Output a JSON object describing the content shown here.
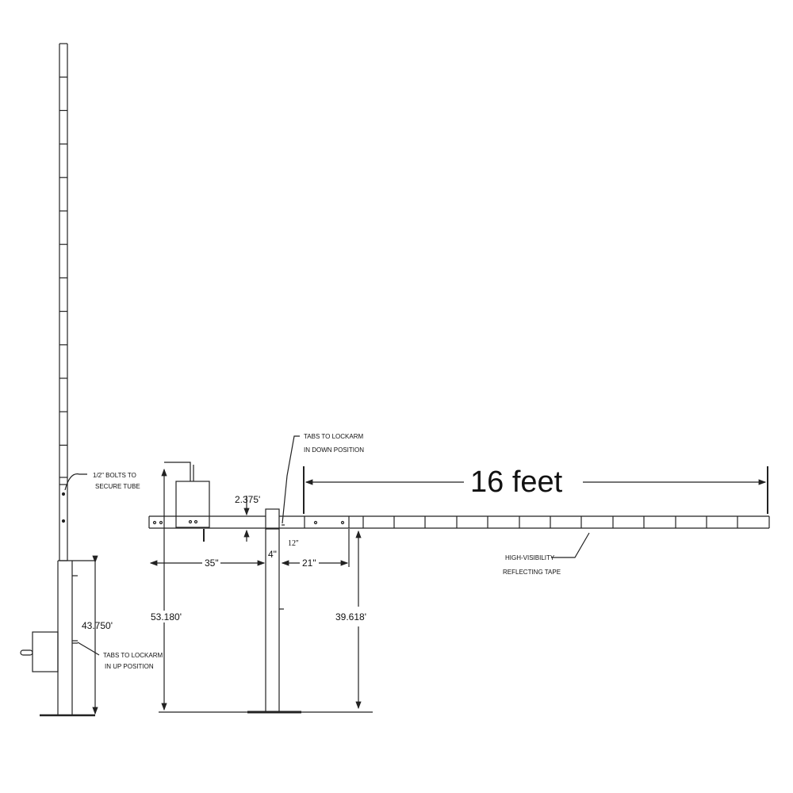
{
  "labels": {
    "arm_length": "16 feet",
    "arm_height": "2.375'",
    "offset_35": "35\"",
    "post_width": "4\"",
    "offset_21": "21\"",
    "offset_12": "12''",
    "overall_height": "53.180'",
    "arm_bottom_height": "39.618'",
    "post_height": "43.750'",
    "bolts_line1": "1/2\" BOLTS TO",
    "bolts_line2": "SECURE TUBE",
    "tabs_down_line1": "TABS TO LOCKARM",
    "tabs_down_line2": "IN DOWN POSITION",
    "tabs_up_line1": "TABS TO LOCKARM",
    "tabs_up_line2": "IN UP POSITION",
    "tape_line1": "HIGH-VISIBILITY",
    "tape_line2": "REFLECTING TAPE"
  }
}
